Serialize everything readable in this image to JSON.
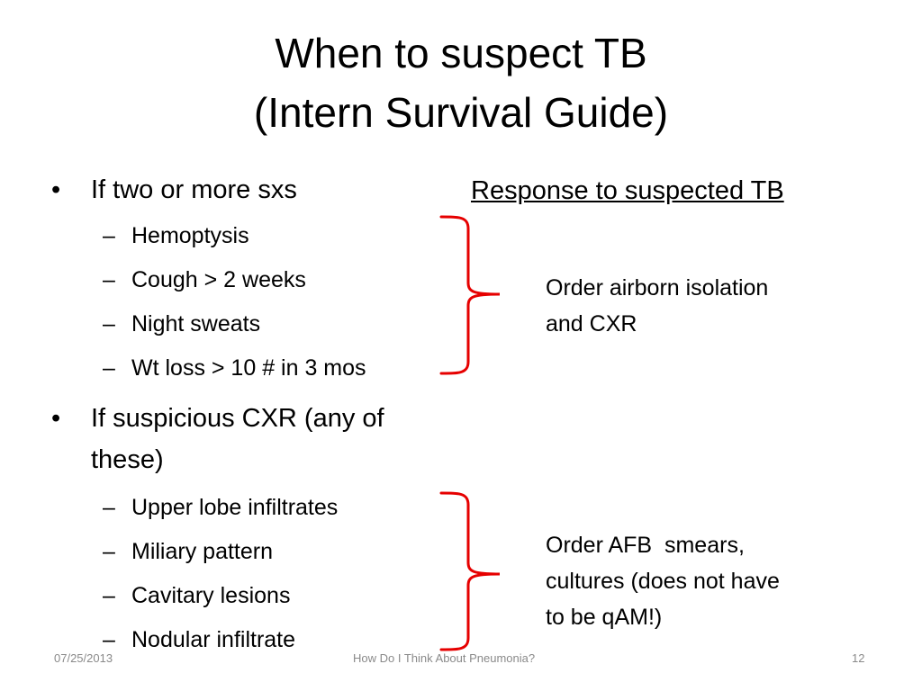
{
  "slide": {
    "title_line1": "When to suspect TB",
    "title_line2": "(Intern Survival Guide)"
  },
  "left_column": {
    "bullet_mark": "•",
    "dash_mark": "–",
    "group1": {
      "heading": "If two or more sxs",
      "items": [
        "Hemoptysis",
        "Cough > 2 weeks",
        "Night sweats",
        "Wt loss > 10 # in 3 mos"
      ]
    },
    "group2": {
      "heading_line1": "If suspicious CXR (any of",
      "heading_line2": "these)",
      "items": [
        "Upper lobe infiltrates",
        "Miliary pattern",
        "Cavitary lesions",
        "Nodular infiltrate"
      ]
    }
  },
  "right_column": {
    "heading": "Response to suspected TB",
    "response1_line1": "Order airborn isolation",
    "response1_line2": "and CXR",
    "response2_line1": "Order AFB  smears,",
    "response2_line2": "cultures (does not have",
    "response2_line3": "to be qAM!)"
  },
  "braces": {
    "color": "#e60000"
  },
  "footer": {
    "date": "07/25/2013",
    "center_text": "How Do I Think About Pneumonia?",
    "page_number": "12"
  }
}
